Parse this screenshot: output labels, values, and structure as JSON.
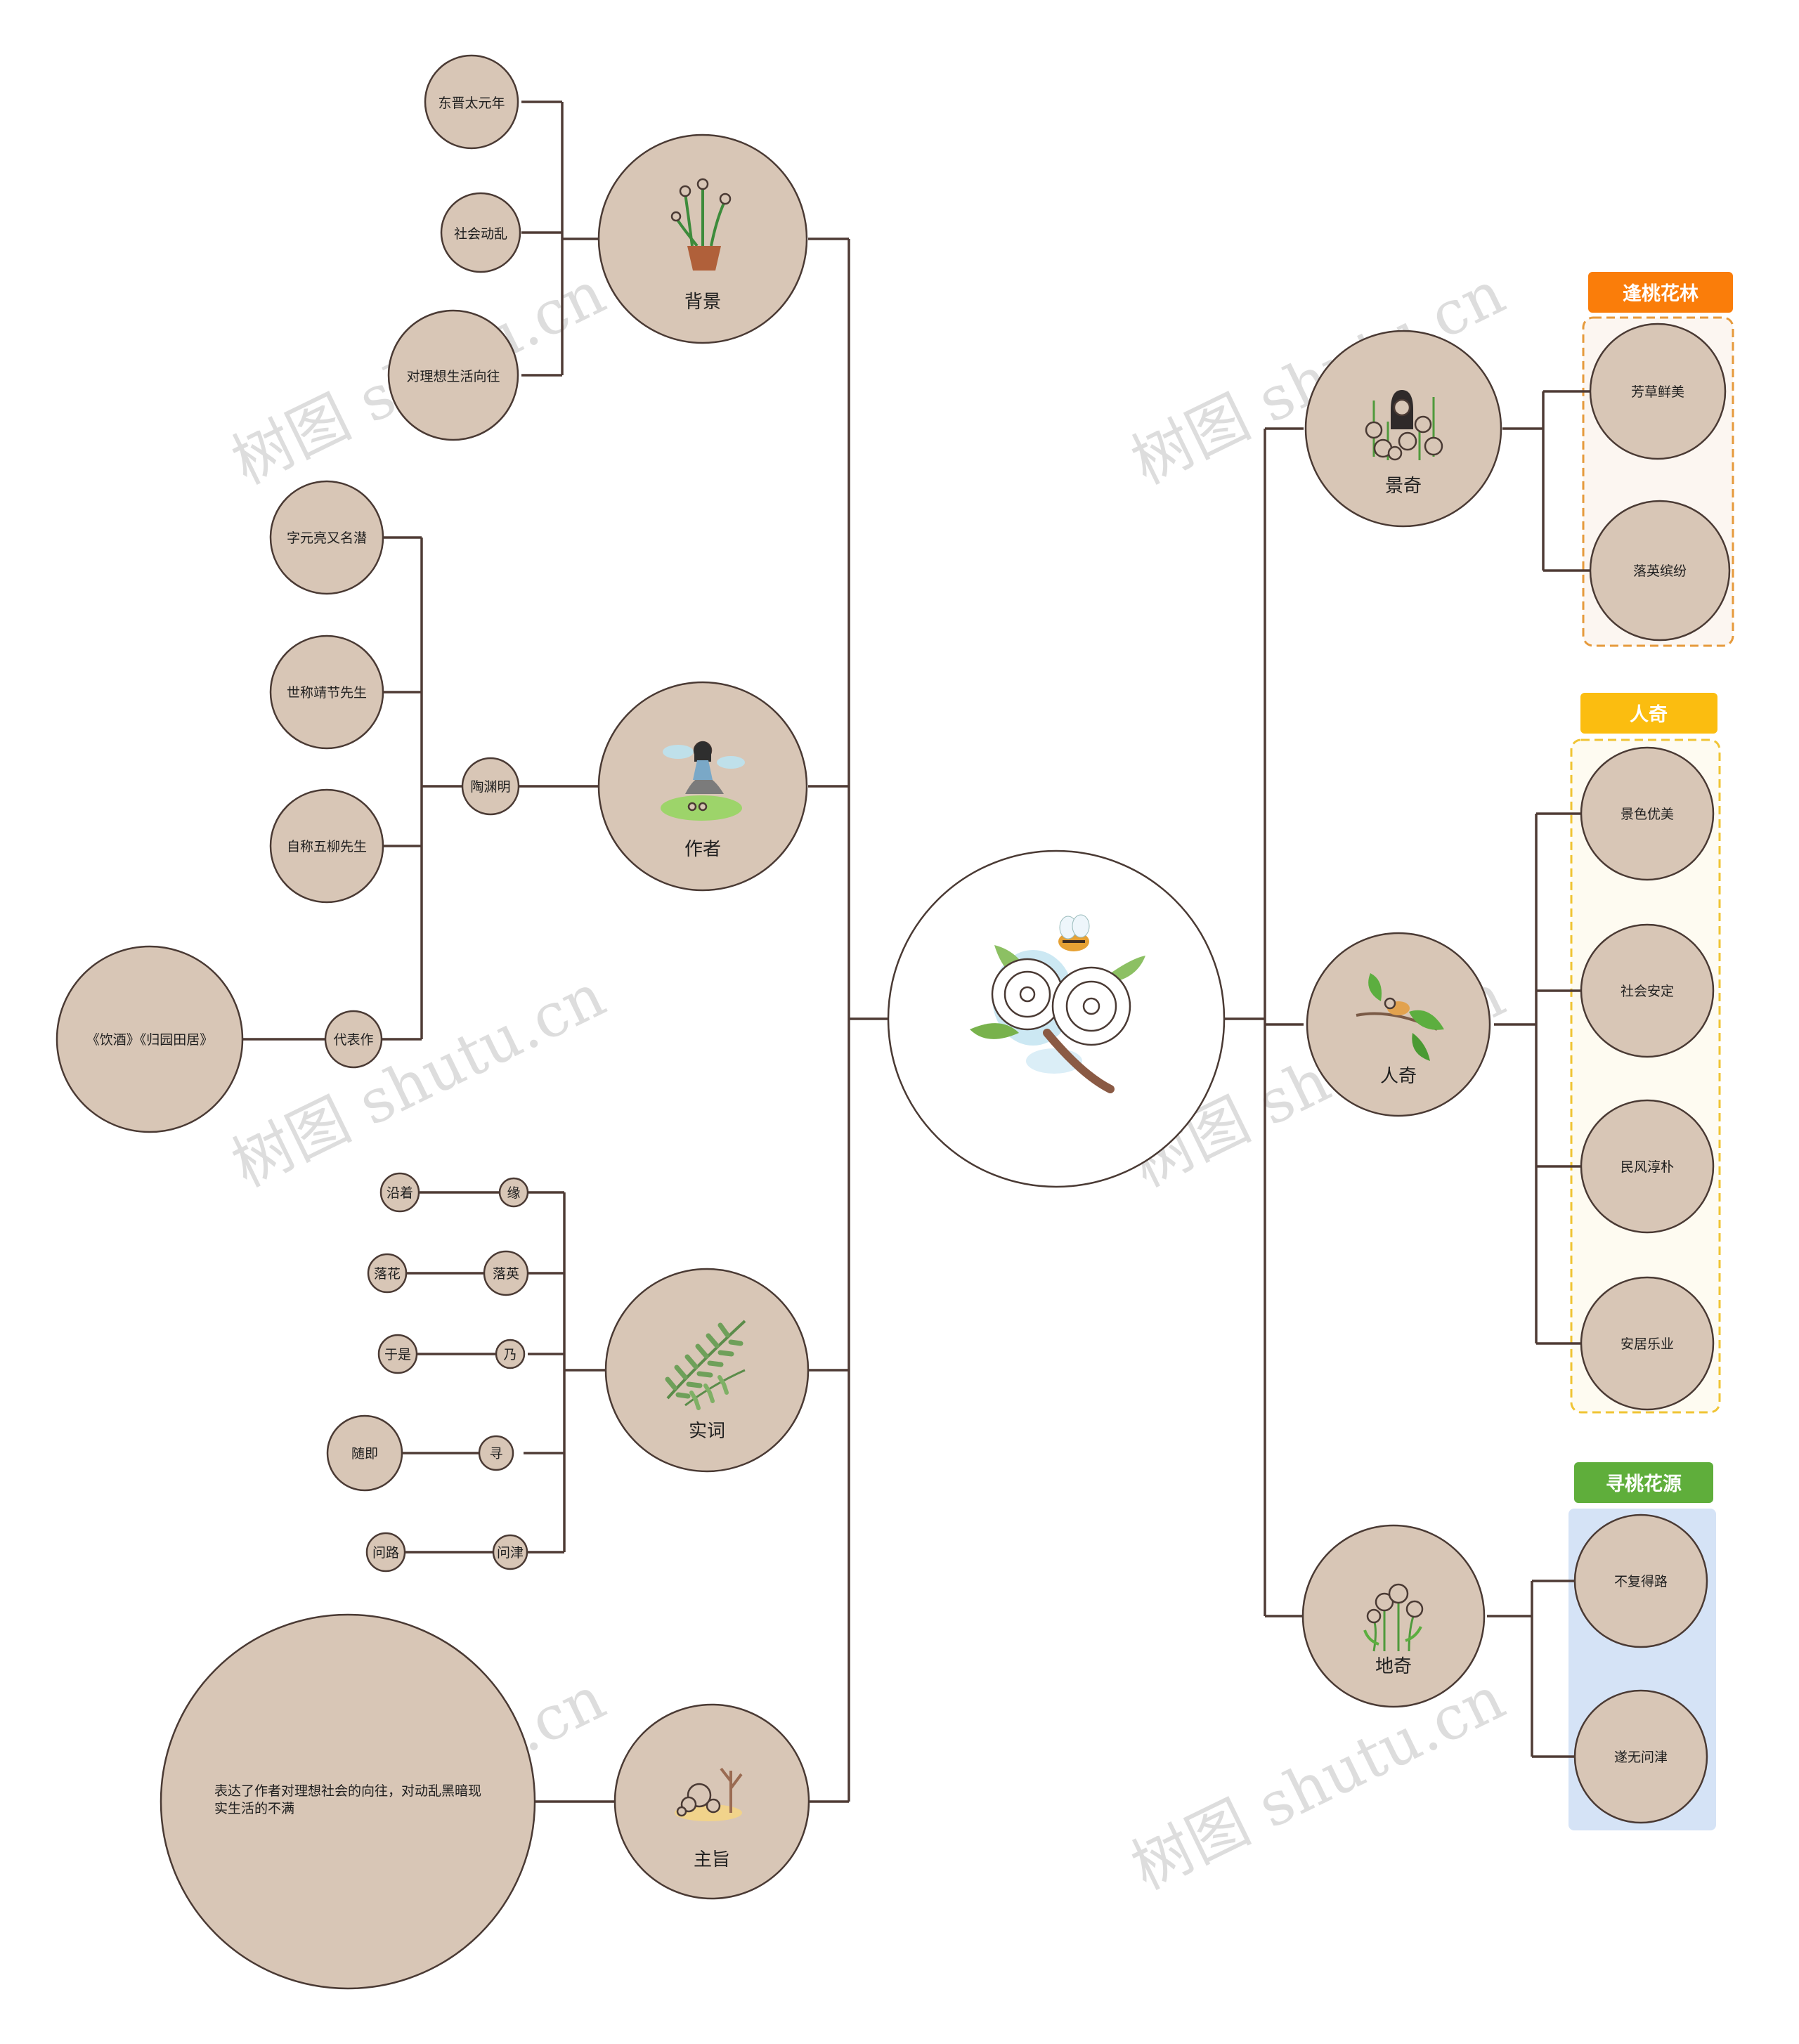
{
  "colors": {
    "node_fill": "#d8c6b6",
    "line": "#4f3b35",
    "tag_orange": "#fa7d0a",
    "tag_yellow": "#fbbd10",
    "tag_green": "#5fae3b",
    "box_orange_border": "#e69a3c",
    "box_yellow_border": "#f0c434",
    "box_blue_fill": "#d5e3f6"
  },
  "watermark": "树图 shutu.cn",
  "root": {
    "icon": "peach-blossom-bee-icon"
  },
  "left": {
    "background": {
      "label": "背景",
      "icon": "potted-flower-icon",
      "children": [
        "东晋太元年",
        "社会动乱",
        "对理想生活向往"
      ]
    },
    "author": {
      "label": "作者",
      "icon": "girl-on-cloud-icon",
      "name_node": "陶渊明",
      "name_children": [
        "字元亮又名潜",
        "世称靖节先生",
        "自称五柳先生"
      ],
      "works_node": "代表作",
      "works_child": "《饮酒》《归园田居》"
    },
    "words": {
      "label": "实词",
      "icon": "fern-leaf-icon",
      "pairs": [
        {
          "word": "缘",
          "meaning": "沿着"
        },
        {
          "word": "落英",
          "meaning": "落花"
        },
        {
          "word": "乃",
          "meaning": "于是"
        },
        {
          "word": "寻",
          "meaning": "随即"
        },
        {
          "word": "问津",
          "meaning": "问路"
        }
      ]
    },
    "theme": {
      "label": "主旨",
      "icon": "desert-plants-icon",
      "child": "表达了作者对理想社会的向往，对动乱黑暗现实生活的不满"
    }
  },
  "right": {
    "scenery": {
      "label": "景奇",
      "icon": "girl-in-flowers-icon",
      "tag": "逢桃花林",
      "children": [
        "芳草鲜美",
        "落英缤纷"
      ]
    },
    "people": {
      "label": "人奇",
      "icon": "bird-on-branch-icon",
      "tag": "人奇",
      "children": [
        "景色优美",
        "社会安定",
        "民风淳朴",
        "安居乐业"
      ]
    },
    "place": {
      "label": "地奇",
      "icon": "pink-flowers-icon",
      "tag": "寻桃花源",
      "children": [
        "不复得路",
        "遂无问津"
      ]
    }
  }
}
